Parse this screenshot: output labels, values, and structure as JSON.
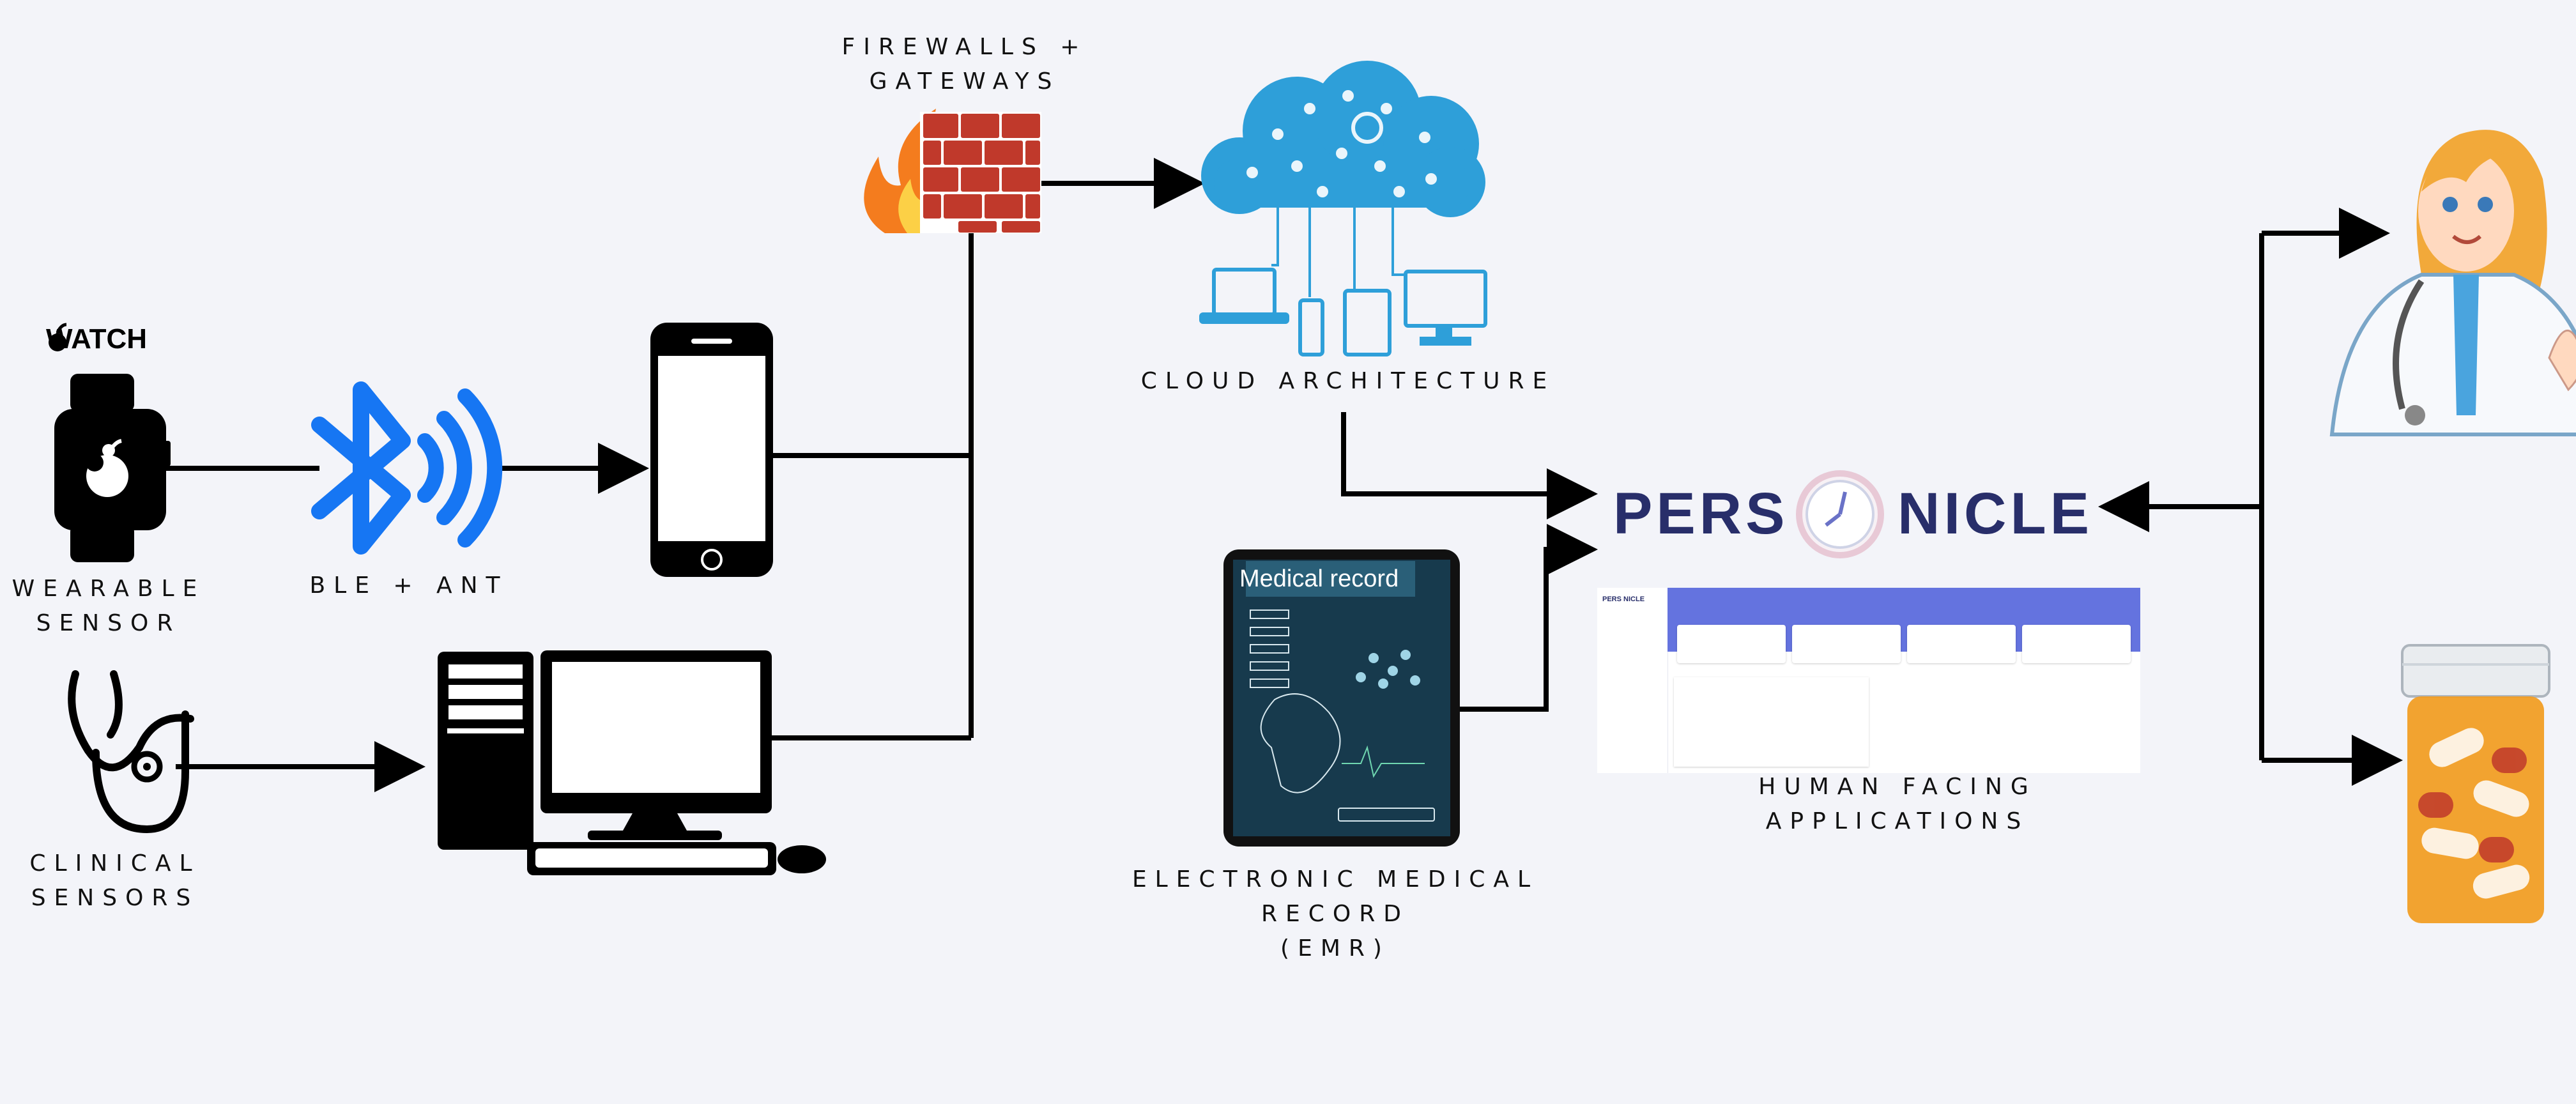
{
  "labels": {
    "firewalls_line1": "FIREWALLS +",
    "firewalls_line2": "GATEWAYS",
    "cloud": "CLOUD ARCHITECTURE",
    "wearable_line1": "WEARABLE",
    "wearable_line2": "SENSOR",
    "ble": "BLE + ANT",
    "clinical_line1": "CLINICAL",
    "clinical_line2": "SENSORS",
    "emr_line1": "ELECTRONIC MEDICAL",
    "emr_line2": "RECORD",
    "emr_line3": "(EMR)",
    "hfa_line1": "HUMAN FACING",
    "hfa_line2": "APPLICATIONS"
  },
  "watch_logo": "WATCH",
  "brand": {
    "left": "PERS",
    "right": "NICLE"
  },
  "medical_record_title": "Medical record",
  "colors": {
    "background": "#f3f4f9",
    "bluetooth": "#1676f3",
    "cloud": "#2e9fd9",
    "brick": "#c0392b",
    "brand": "#282e6a",
    "app_header": "#6473df"
  },
  "icons": [
    "apple-watch-icon",
    "bluetooth-icon",
    "smartphone-icon",
    "stethoscope-icon",
    "desktop-computer-icon",
    "firewall-icon",
    "cloud-icon",
    "tablet-icon",
    "doctor-icon",
    "pill-bottle-icon"
  ]
}
